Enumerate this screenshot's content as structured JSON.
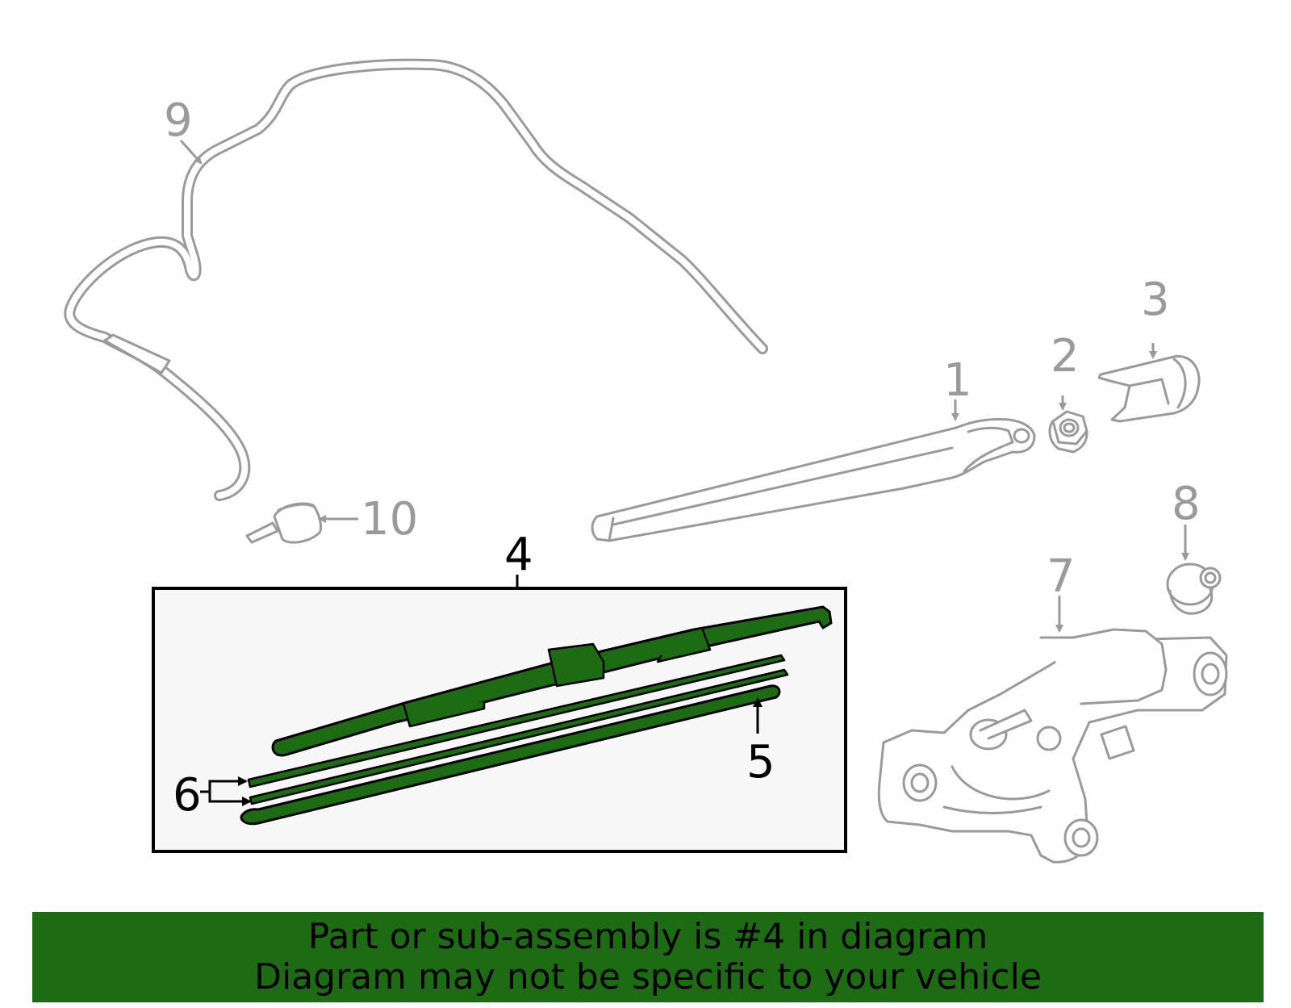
{
  "callouts": {
    "c1": "1",
    "c2": "2",
    "c3": "3",
    "c4": "4",
    "c5": "5",
    "c6": "6",
    "c7": "7",
    "c8": "8",
    "c9": "9",
    "c10": "10"
  },
  "banner": {
    "line1": "Part or sub-assembly is #4 in diagram",
    "line2": "Diagram may not be specific to your vehicle"
  },
  "colors": {
    "highlight": "#1d6b12",
    "part_gray": "#9a9a9a",
    "inset_background": "#f7f7f7"
  }
}
